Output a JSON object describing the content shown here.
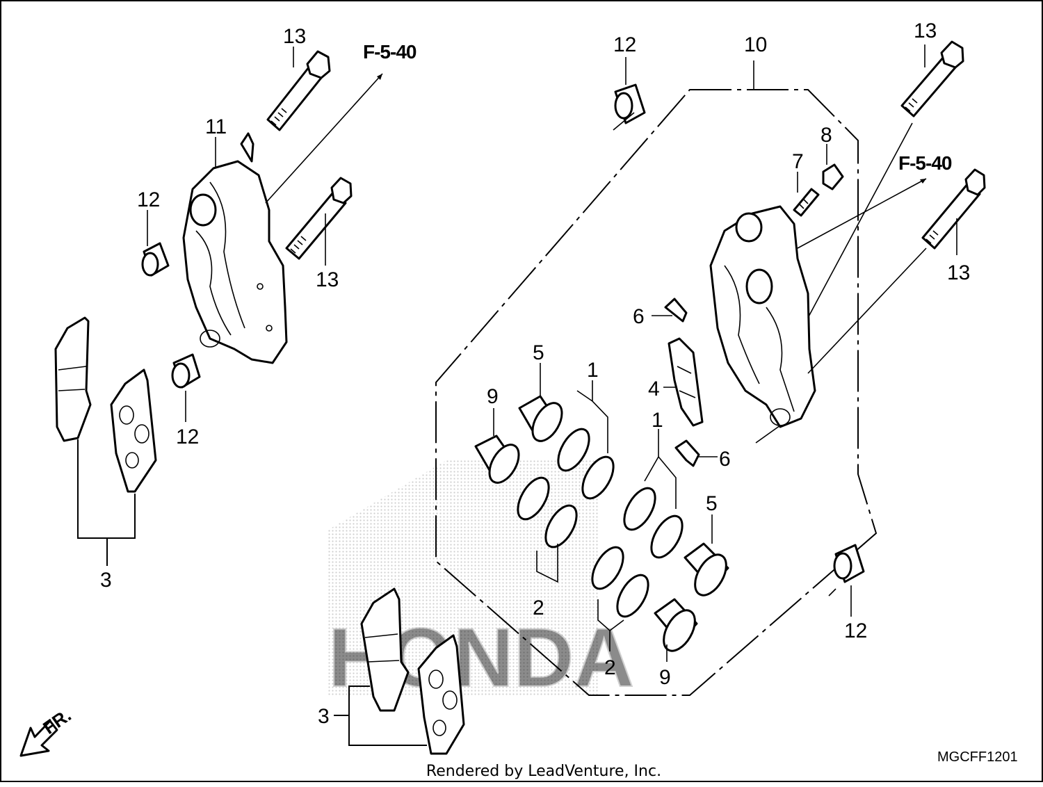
{
  "labels": {
    "l13_top_left": "13",
    "l11": "11",
    "l12_left_top": "12",
    "l13_mid_left": "13",
    "l12_left_bottom": "12",
    "l3_left": "3",
    "l12_top_mid": "12",
    "l10": "10",
    "l13_top_right": "13",
    "l8": "8",
    "l7": "7",
    "l13_right": "13",
    "l6_top": "6",
    "l4": "4",
    "l6_bottom": "6",
    "l5_left": "5",
    "l1_left": "1",
    "l9_left": "9",
    "l2_left": "2",
    "l1_right": "1",
    "l5_right": "5",
    "l2_right": "2",
    "l9_right": "9",
    "l12_right_bottom": "12",
    "l3_bottom": "3"
  },
  "refs": {
    "left": "F-5-40",
    "right": "F-5-40"
  },
  "front_indicator": "FR.",
  "diagram_code": "MGCFF1201",
  "watermark": "HONDA",
  "credit": "Rendered by LeadVenture, Inc."
}
